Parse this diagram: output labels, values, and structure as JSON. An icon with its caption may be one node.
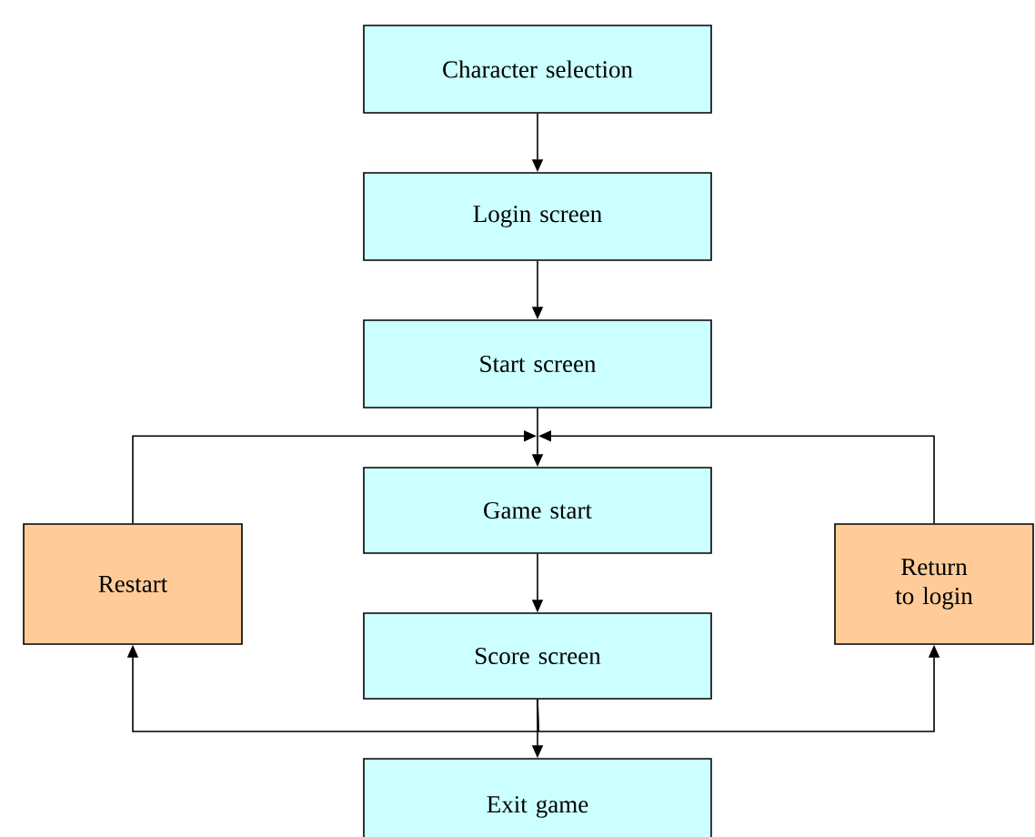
{
  "diagram": {
    "nodes": [
      {
        "text": [
          "Character selection"
        ]
      },
      {
        "text": [
          "Login screen"
        ]
      },
      {
        "text": [
          "Start screen"
        ]
      },
      {
        "text": [
          "Game start"
        ]
      },
      {
        "text": [
          "Score screen"
        ]
      },
      {
        "text": [
          "Exit game"
        ]
      },
      {
        "text": [
          "Restart"
        ]
      },
      {
        "text": [
          "Return to login"
        ]
      }
    ],
    "edges": [
      {
        "from": 0,
        "to": 1,
        "arrow": "to"
      },
      {
        "from": 1,
        "to": 2,
        "arrow": "to"
      },
      {
        "from": 2,
        "to": 3,
        "arrow": "to"
      },
      {
        "from": 3,
        "to": 4,
        "arrow": "to"
      },
      {
        "from": 4,
        "to": 5,
        "arrow": "to"
      },
      {
        "from": 4,
        "to": 6,
        "arrow": "to"
      },
      {
        "from": 4,
        "to": 7,
        "arrow": "to"
      },
      {
        "from": 6,
        "to": 3,
        "arrow": "to"
      },
      {
        "from": 7,
        "to": 3,
        "arrow": "to"
      }
    ]
  }
}
